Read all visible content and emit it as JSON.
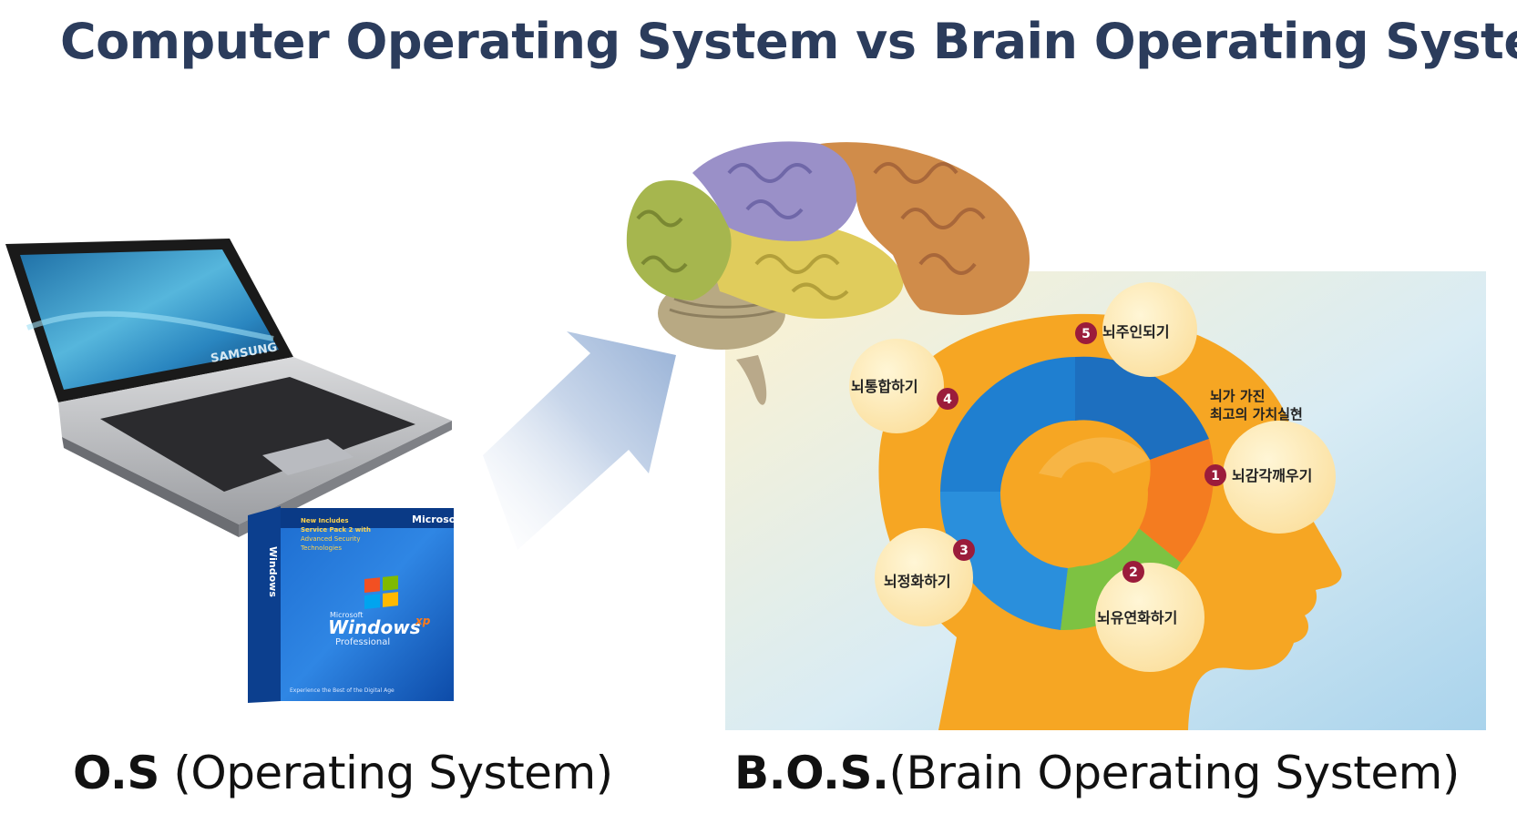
{
  "title": "Computer Operating System vs Brain Operating System",
  "os_caption": {
    "abbr": "O.S",
    "full": "(Operating System)"
  },
  "bos_caption": {
    "abbr": "B.O.S.",
    "full": "(Brain Operating System)"
  },
  "laptop": {
    "brand": "SAMSUNG"
  },
  "software_box": {
    "vendor": "Microsoft",
    "update_note_1": "New Includes",
    "update_note_2": "Service Pack 2 with",
    "update_note_3": "Advanced Security",
    "update_note_4": "Technologies",
    "product_small": "Microsoft",
    "product": "Windows",
    "version": "xp",
    "edition": "Professional",
    "spine": "Windows",
    "tagline": "Experience the Best of the Digital Age"
  },
  "bos_steps": [
    {
      "num": "1",
      "label": "뇌감각깨우기"
    },
    {
      "num": "2",
      "label": "뇌유연화하기"
    },
    {
      "num": "3",
      "label": "뇌정화하기"
    },
    {
      "num": "4",
      "label": "뇌통합하기"
    },
    {
      "num": "5",
      "label": "뇌주인되기"
    }
  ],
  "center_note": {
    "line1": "뇌가 가진",
    "line2": "최고의 가치실현"
  },
  "colors": {
    "title": "#2b3c5c",
    "head": "#f6a623",
    "ring_blue": "#1f7fd0",
    "ring_green": "#7dc242",
    "ring_orange": "#f47c20",
    "bubble": "#fde6a8",
    "number_badge": "#9b1c3b",
    "arrow": "#a9bedc",
    "brain_purple": "#9a90c8",
    "brain_orange": "#d08c4a",
    "brain_yellow": "#e0cc5c",
    "brain_green": "#a6b64e"
  }
}
